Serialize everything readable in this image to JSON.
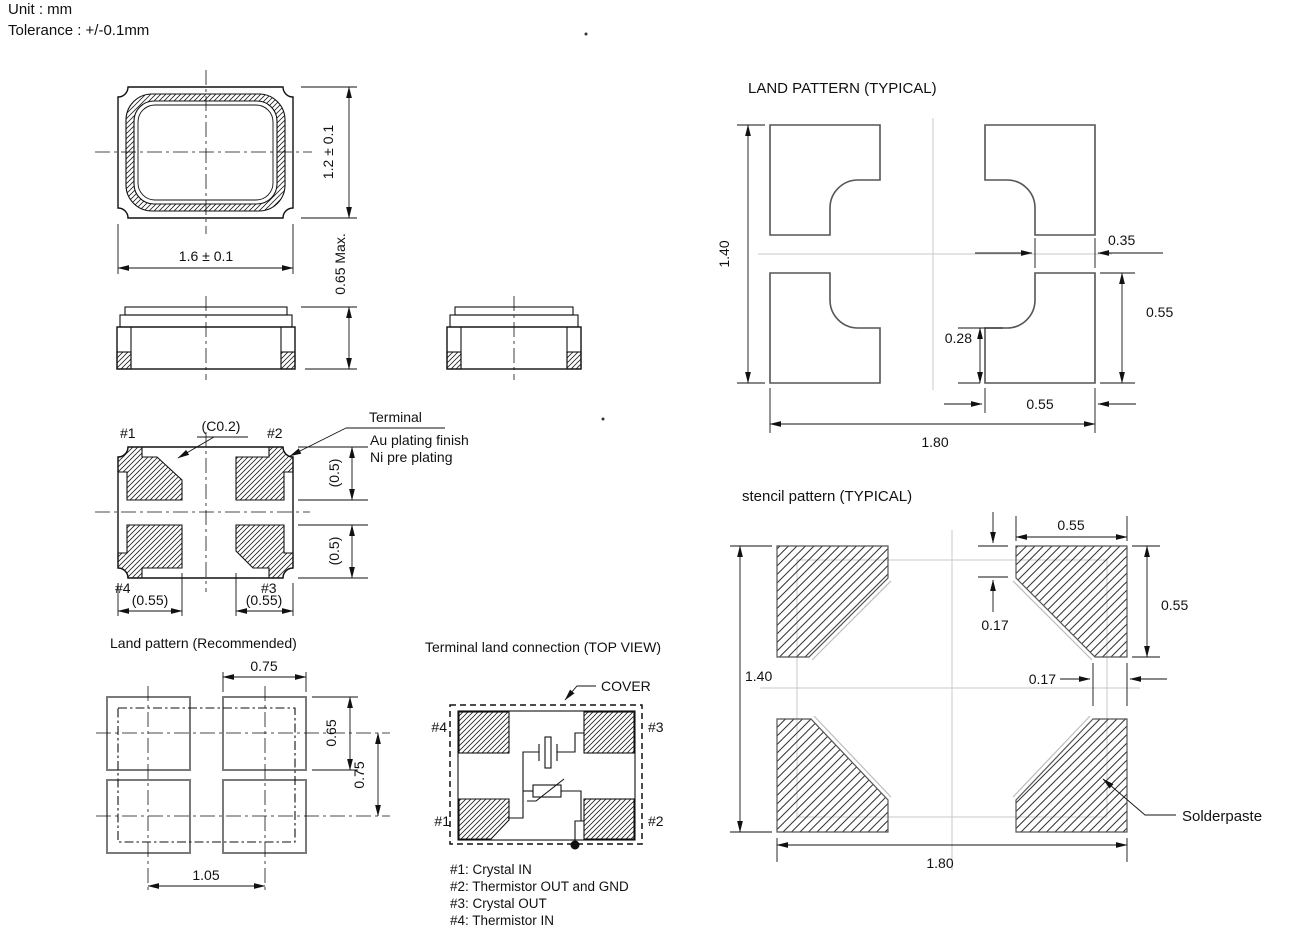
{
  "notes": {
    "unit": "Unit : mm",
    "tolerance": "Tolerance : +/-0.1mm"
  },
  "package_views": {
    "top": {
      "dim_width": "1.6 ± 0.1",
      "dim_height": "1.2 ± 0.1"
    },
    "side": {
      "dim_thickness": "0.65 Max."
    },
    "bottom": {
      "pin1": "#1",
      "pin2": "#2",
      "pin3": "#3",
      "pin4": "#4",
      "chamfer": "(C0.2)",
      "dim_pad_height": "(0.5)",
      "dim_pad_width": "(0.55)",
      "terminal_label": "Terminal",
      "terminal_finish": "Au plating finish",
      "terminal_preplating": "Ni pre plating"
    }
  },
  "land_pattern_recommended": {
    "title": "Land pattern (Recommended)",
    "dim_pad_width": "0.75",
    "dim_pad_height": "0.65",
    "dim_row_pitch": "0.75",
    "dim_col_pitch": "1.05"
  },
  "terminal_land_connection": {
    "title": "Terminal land connection (TOP VIEW)",
    "cover_label": "COVER",
    "pin1": "#1",
    "pin2": "#2",
    "pin3": "#3",
    "pin4": "#4",
    "legend": {
      "line1": "#1: Crystal IN",
      "line2": "#2: Thermistor  OUT and GND",
      "line3": "#3: Crystal OUT",
      "line4": "#4: Thermistor IN"
    }
  },
  "land_pattern_typical": {
    "title": "LAND PATTERN (TYPICAL)",
    "dim_overall_height": "1.40",
    "dim_notch_width": "0.35",
    "dim_pad_height": "0.55",
    "dim_notch_height": "0.28",
    "dim_pad_width": "0.55",
    "dim_overall_width": "1.80"
  },
  "stencil_pattern": {
    "title": "stencil pattern (TYPICAL)",
    "dim_pad_width": "0.55",
    "dim_pad_height": "0.55",
    "dim_offset_top": "0.17",
    "dim_offset_side": "0.17",
    "dim_overall_height": "1.40",
    "dim_overall_width": "1.80",
    "solderpaste_label": "Solderpaste"
  }
}
